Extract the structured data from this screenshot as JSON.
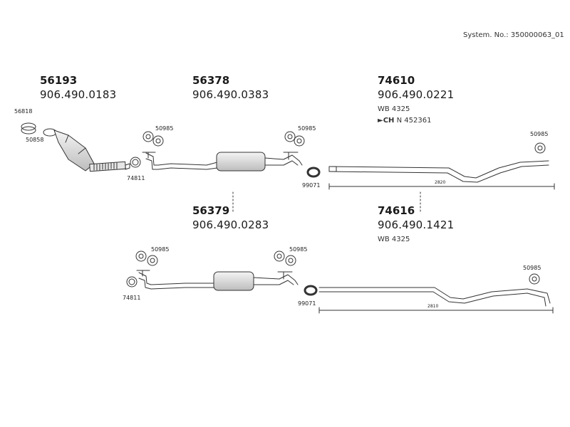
{
  "system_no": "System. No.: 350000063_01",
  "assemblies": [
    {
      "part": "56193",
      "oe": "906.490.0183"
    },
    {
      "part": "56378",
      "oe": "906.490.0383"
    },
    {
      "part": "74610",
      "oe": "906.490.0221",
      "wb": "WB 4325",
      "ch_label": "CH",
      "ch_no": "N 452361"
    },
    {
      "part": "56379",
      "oe": "906.490.0283"
    },
    {
      "part": "74616",
      "oe": "906.490.1421",
      "wb": "WB 4325"
    }
  ],
  "refs": {
    "r56818": "56818",
    "r50858": "50858",
    "r74811a": "74811",
    "r50985a": "50985",
    "r50985b": "50985",
    "r99071a": "99071",
    "r50985c": "50985",
    "r74811b": "74811",
    "r50985d": "50985",
    "r50985e": "50985",
    "r99071b": "99071",
    "r50985f": "50985"
  },
  "dimensions": {
    "d1": "2820",
    "d2": "2810"
  },
  "colors": {
    "line": "#333333",
    "fill": "#ffffff",
    "shade": "#d9d9d9"
  }
}
